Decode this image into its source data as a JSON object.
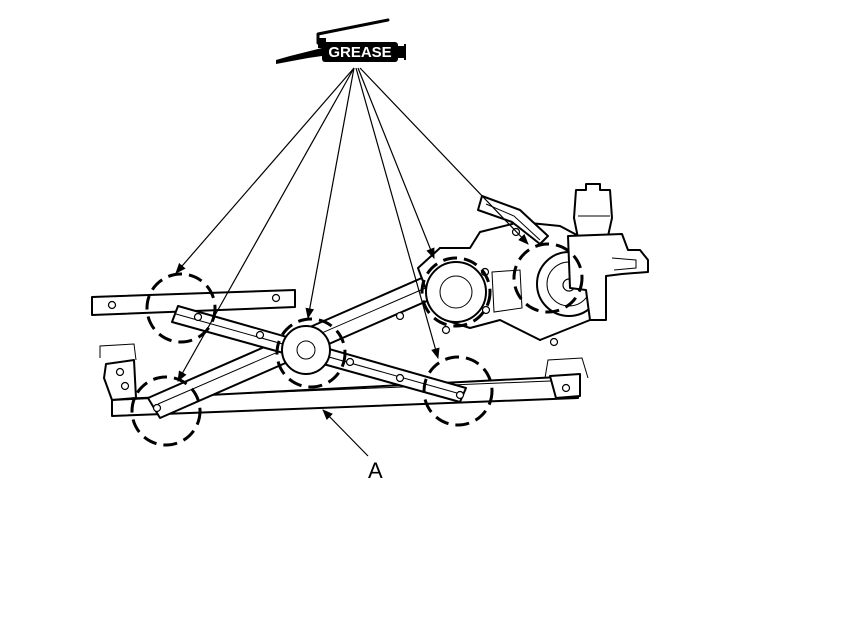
{
  "grease_tag": {
    "label": "GREASE",
    "icon": "grease-gun-icon"
  },
  "callout": {
    "label": "A"
  },
  "lubrication_points": 6
}
